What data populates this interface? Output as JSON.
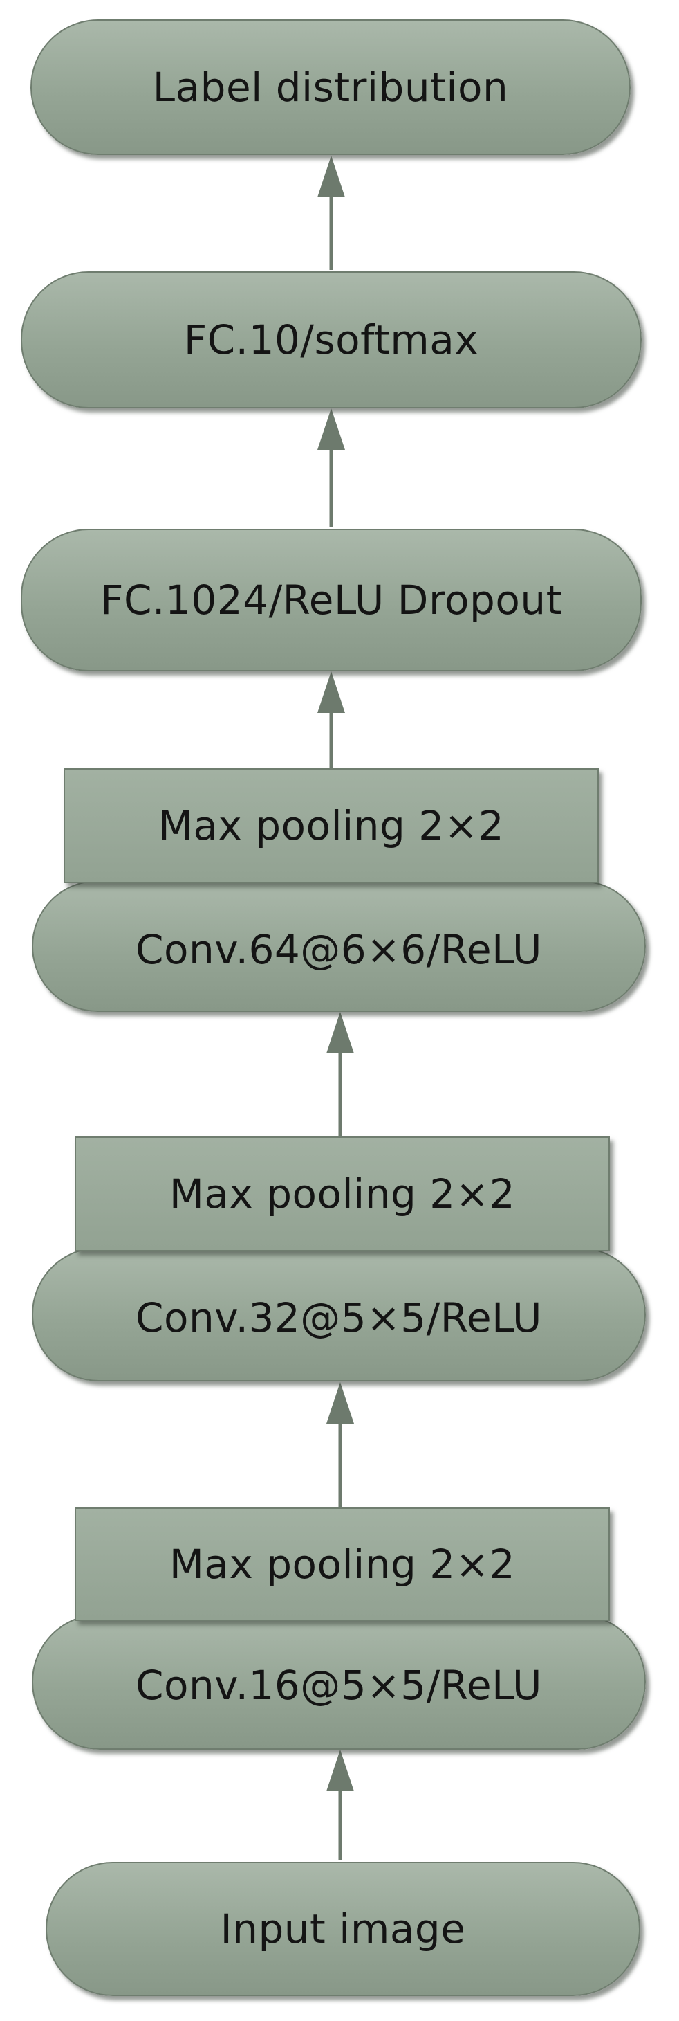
{
  "diagram": {
    "nodes": [
      {
        "id": "label",
        "label": "Label distribution"
      },
      {
        "id": "fc10",
        "label": "FC.10/softmax"
      },
      {
        "id": "fc1024",
        "label": "FC.1024/ReLU Dropout"
      },
      {
        "id": "pool3",
        "label": "Max pooling 2×2"
      },
      {
        "id": "conv64",
        "label": "Conv.64@6×6/ReLU"
      },
      {
        "id": "pool2",
        "label": "Max pooling 2×2"
      },
      {
        "id": "conv32",
        "label": "Conv.32@5×5/ReLU"
      },
      {
        "id": "pool1",
        "label": "Max pooling 2×2"
      },
      {
        "id": "conv16",
        "label": "Conv.16@5×5/ReLU"
      },
      {
        "id": "input",
        "label": "Input image"
      }
    ],
    "edges": [
      {
        "from": "input",
        "to": "conv16"
      },
      {
        "from": "pool1",
        "to": "conv32"
      },
      {
        "from": "pool2",
        "to": "conv64"
      },
      {
        "from": "pool3",
        "to": "fc1024"
      },
      {
        "from": "fc1024",
        "to": "fc10"
      },
      {
        "from": "fc10",
        "to": "label"
      }
    ],
    "colors": {
      "node_fill": "#98a898",
      "node_border": "#6f7d6f",
      "arrow": "#6d7a6d",
      "text": "#141414"
    }
  }
}
